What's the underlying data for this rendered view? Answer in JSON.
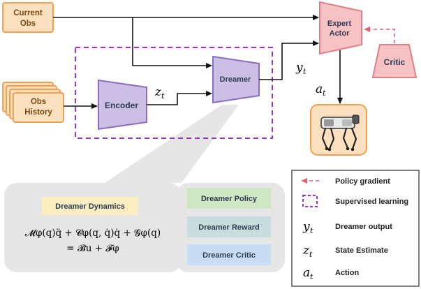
{
  "inputs": {
    "current_obs_line1": "Current",
    "current_obs_line2": "Obs",
    "obs_history_line1": "Obs",
    "obs_history_line2": "History"
  },
  "blocks": {
    "encoder": "Encoder",
    "dreamer": "Dreamer",
    "expert_actor_line1": "Expert",
    "expert_actor_line2": "Actor",
    "critic": "Critic"
  },
  "symbols": {
    "z_t": "z",
    "y_t": "y",
    "a_t": "a",
    "sub_t": "t"
  },
  "dreamer_detail": {
    "dynamics_label": "Dreamer Dynamics",
    "equation_line1": "𝓜φ(q)q̈ + 𝓒φ(q, q̇)q̇ + 𝓖φ(q)",
    "equation_line2": "= 𝓑u + 𝓕φ",
    "policy_label": "Dreamer Policy",
    "reward_label": "Dreamer Reward",
    "critic_label": "Dreamer Critic"
  },
  "legend": {
    "policy_gradient": "Policy gradient",
    "supervised_learning": "Supervised learning",
    "dreamer_output": "Dreamer output",
    "state_estimate": "State Estimate",
    "action": "Action"
  },
  "colors": {
    "orange_fill": "#fde0c0",
    "orange_stroke": "#f0a050",
    "purple_fill": "#cbbfe6",
    "purple_stroke": "#8a6cc0",
    "red_fill": "#f7c2c3",
    "red_stroke": "#e07f86",
    "dashed_purple": "#9b30d0",
    "gradient_red": "#e06070",
    "policy_green": "#cfe6c4",
    "reward_teal": "#c8dede",
    "critic_blue": "#c8dcf4",
    "dynamics_yellow": "#fbeec0",
    "detail_gray": "#e6e6e6"
  },
  "icons": {
    "robot": "quadruped-robot-icon"
  }
}
